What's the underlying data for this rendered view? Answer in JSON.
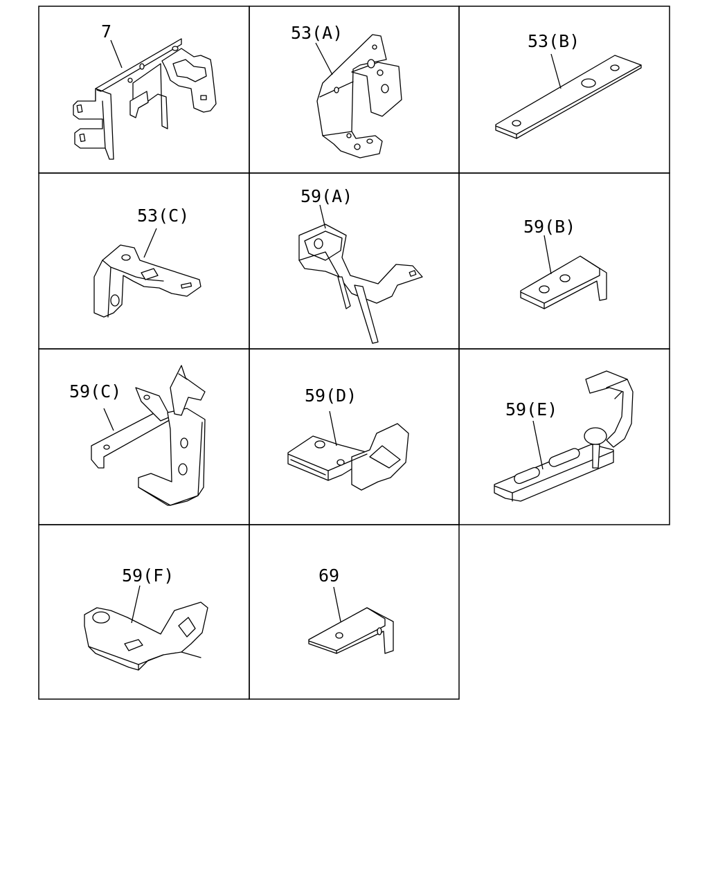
{
  "parts": [
    {
      "id": "p7",
      "label": "7"
    },
    {
      "id": "p53a",
      "label": "53(A)"
    },
    {
      "id": "p53b",
      "label": "53(B)"
    },
    {
      "id": "p53c",
      "label": "53(C)"
    },
    {
      "id": "p59a",
      "label": "59(A)"
    },
    {
      "id": "p59b",
      "label": "59(B)"
    },
    {
      "id": "p59c",
      "label": "59(C)"
    },
    {
      "id": "p59d",
      "label": "59(D)"
    },
    {
      "id": "p59e",
      "label": "59(E)"
    },
    {
      "id": "p59f",
      "label": "59(F)"
    },
    {
      "id": "p69",
      "label": "69"
    }
  ],
  "colors": {
    "line": "#000000",
    "background": "#ffffff"
  }
}
